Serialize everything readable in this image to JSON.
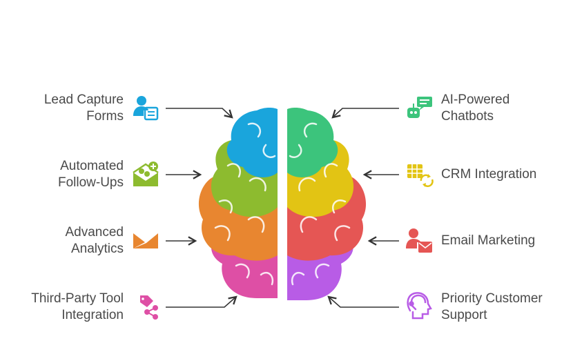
{
  "left_items": [
    {
      "line1": "Lead Capture",
      "line2": "Forms",
      "icon": "lead-form-icon",
      "color": "#1aa5dc"
    },
    {
      "line1": "Automated",
      "line2": "Follow-Ups",
      "icon": "mail-add-icon",
      "color": "#8dbb2f"
    },
    {
      "line1": "Advanced",
      "line2": "Analytics",
      "icon": "chart-envelope-icon",
      "color": "#e88630"
    },
    {
      "line1": "Third-Party Tool",
      "line2": "Integration",
      "icon": "share-tag-icon",
      "color": "#de4fa5"
    }
  ],
  "right_items": [
    {
      "line1": "AI-Powered",
      "line2": "Chatbots",
      "icon": "chatbot-icon",
      "color": "#3cc47c"
    },
    {
      "line1": "CRM Integration",
      "line2": "",
      "icon": "table-sync-icon",
      "color": "#e2c414"
    },
    {
      "line1": "Email Marketing",
      "line2": "",
      "icon": "user-mail-icon",
      "color": "#e55654"
    },
    {
      "line1": "Priority Customer",
      "line2": "Support",
      "icon": "headset-icon",
      "color": "#b85ce6"
    }
  ]
}
